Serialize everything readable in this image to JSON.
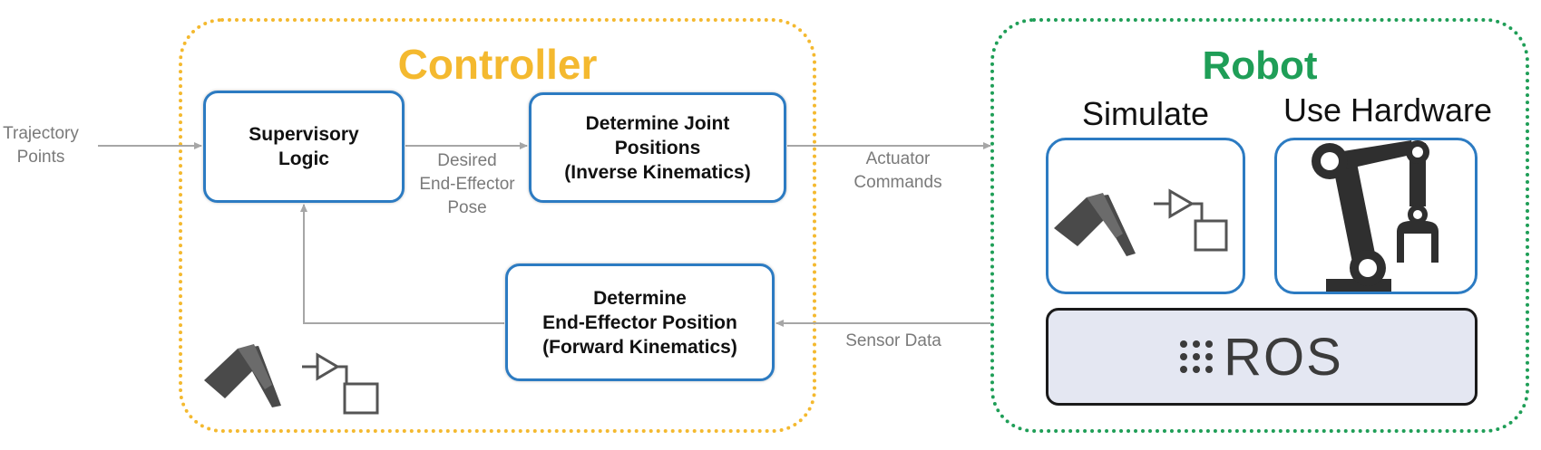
{
  "controller": {
    "title": "Controller",
    "blocks": {
      "supervisory": "Supervisory\nLogic",
      "inverse_kinematics": "Determine Joint\nPositions\n(Inverse Kinematics)",
      "forward_kinematics": "Determine\nEnd-Effector Position\n(Forward Kinematics)"
    }
  },
  "robot": {
    "title": "Robot",
    "simulate": "Simulate",
    "use_hardware": "Use Hardware",
    "ros": "ROS"
  },
  "edges": {
    "trajectory_points": "Trajectory\nPoints",
    "desired_pose": "Desired\nEnd-Effector\nPose",
    "actuator_commands": "Actuator\nCommands",
    "sensor_data": "Sensor Data"
  },
  "colors": {
    "controller": "#f4b92f",
    "robot": "#1f9e57",
    "block_border": "#2c7bc2",
    "arrow": "#a6a6a6",
    "ros_fill": "#e4e7f2"
  },
  "icons": [
    "matlab-logo-icon",
    "simulink-block-icon",
    "robot-arm-icon",
    "ros-logo-icon"
  ]
}
